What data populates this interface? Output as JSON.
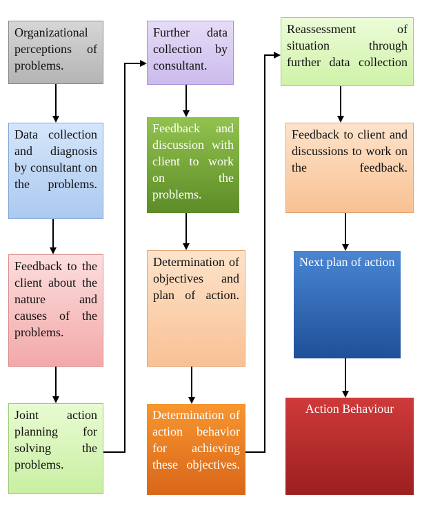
{
  "boxes": {
    "b1": "Organizational perceptions of problems.",
    "b2": "Data collection and diagnosis by consultant on the problems.",
    "b3": "Feedback to the client about the nature and causes of the problems.",
    "b4": "Joint action planning for solving the problems.",
    "b5": "Further data collection by consultant.",
    "b6": "Feedback and discussion with client to work on the problems.",
    "b7": "Determination of objectives and plan of action.",
    "b8": "Determination of action behavior for achieving these objectives.",
    "b9": "Reassessment of situation through further data collection",
    "b10": "Feedback to client and discussions to work on the feedback.",
    "b11": "Next plan of action",
    "b12": "Action Behaviour"
  },
  "colors": {
    "gray": "#c8c8c8",
    "blue_light": "#c5dbf5",
    "red_light": "#f7c4c4",
    "green_light": "#d8f5b8",
    "purple_light": "#dcd0f2",
    "green_dark": "#78a83a",
    "peach": "#fbd3b0",
    "orange": "#ea7a22",
    "blue_dark": "#2f67b5",
    "red_dark": "#b52a2a"
  }
}
